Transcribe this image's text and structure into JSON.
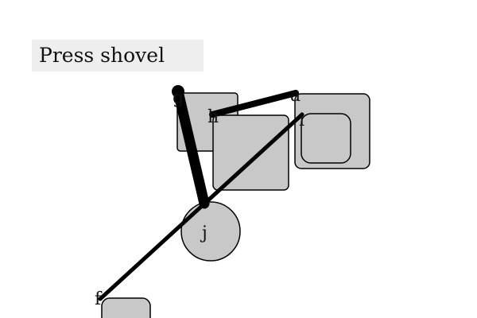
{
  "instruction": {
    "text": "Press shovel"
  },
  "labels": {
    "g": "g",
    "h": "h",
    "a": "a",
    "i": "i",
    "j": "j",
    "f": "f"
  },
  "colors": {
    "shape_fill": "#c8c8c8",
    "stroke": "#000000",
    "instruction_bg": "#eeeeee"
  }
}
